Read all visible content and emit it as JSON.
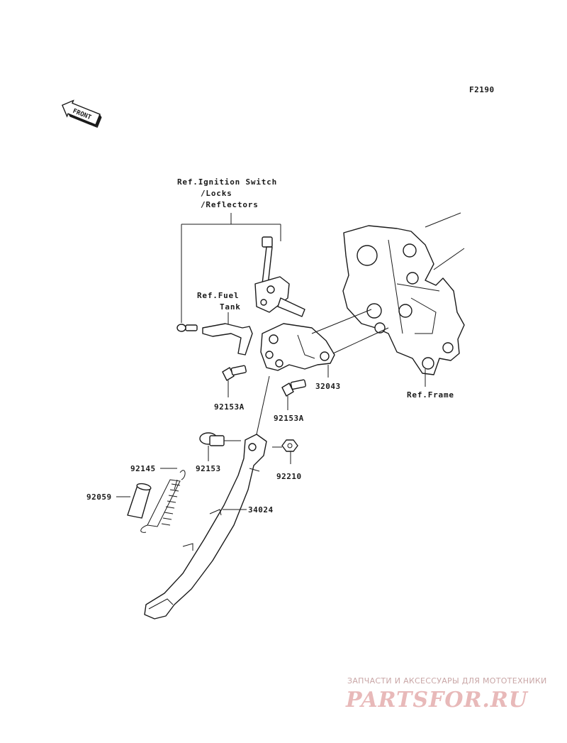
{
  "diagram_code": "F2190",
  "front_arrow_text": "FRONT",
  "references": {
    "ignition_line1": "Ref.Ignition Switch",
    "ignition_line2": "/Locks",
    "ignition_line3": "/Reflectors",
    "fuel_line1": "Ref.Fuel",
    "fuel_line2": "Tank",
    "frame": "Ref.Frame"
  },
  "parts": {
    "p32043": "32043",
    "p92153A_left": "92153A",
    "p92153A_right": "92153A",
    "p92153": "92153",
    "p92210": "92210",
    "p92145": "92145",
    "p92059": "92059",
    "p34024": "34024"
  },
  "watermark": {
    "tagline": "ЗАПЧАСТИ И АКСЕССУАРЫ ДЛЯ МОТОТЕХНИКИ",
    "logo": "PARTSFOR.RU"
  }
}
